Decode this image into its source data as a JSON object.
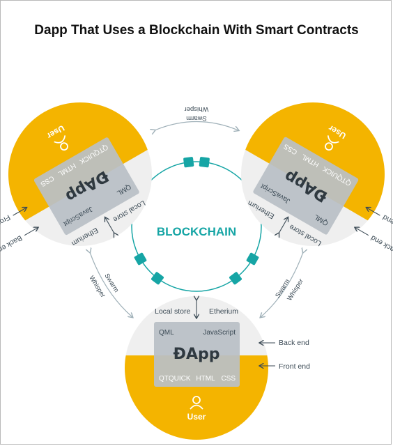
{
  "title": "Dapp That Uses a Blockchain With Smart Contracts",
  "center_label": "BLOCKCHAIN",
  "dapp": {
    "name": "ĐApp",
    "user_label": "User",
    "qml": "QML",
    "javascript": "JavaScript",
    "qtquick": "QTQUICK",
    "html": "HTML",
    "css": "CSS",
    "local_store": "Local store",
    "etherium": "Etherium",
    "back_end": "Back end",
    "front_end": "Front end"
  },
  "links": {
    "swarm": "Swarm",
    "whisper": "Whisper"
  },
  "colors": {
    "accent_yellow": "#f4b400",
    "teal": "#16a5a5",
    "box_gray": "#b9c0c6",
    "circle_gray": "#efefef",
    "arrow_gray": "#9fb0b8"
  },
  "icons": [
    "user-icon",
    "blockchain-node-icon",
    "arrow-icon"
  ]
}
